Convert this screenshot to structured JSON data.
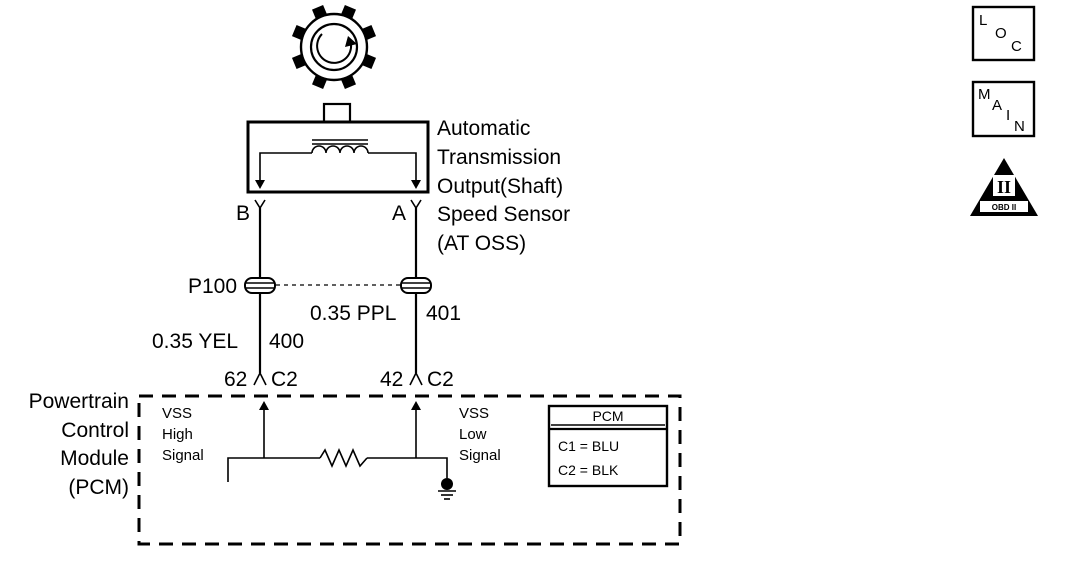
{
  "sensor": {
    "label_lines": [
      "Automatic",
      "Transmission",
      "Output(Shaft)",
      "Speed Sensor",
      "(AT OSS)"
    ],
    "pin_b": "B",
    "pin_a": "A"
  },
  "connector": {
    "name": "P100"
  },
  "wires": {
    "left_gauge_color": "0.35 YEL",
    "left_circuit": "400",
    "right_gauge_color": "0.35 PPL",
    "right_circuit": "401"
  },
  "pcm_pins": {
    "left_pin": "62",
    "left_connector": "C2",
    "right_pin": "42",
    "right_connector": "C2"
  },
  "module": {
    "label_lines": [
      "Powertrain",
      "Control",
      "Module",
      "(PCM)"
    ],
    "vss_high_lines": [
      "VSS",
      "High",
      "Signal"
    ],
    "vss_low_lines": [
      "VSS",
      "Low",
      "Signal"
    ]
  },
  "pcm_table": {
    "title": "PCM",
    "rows": [
      "C1 = BLU",
      "C2 = BLK"
    ]
  },
  "icons": {
    "loc_letters": [
      "L",
      "O",
      "C"
    ],
    "main_letters": [
      "M",
      "A",
      "I",
      "N"
    ],
    "obd_numeral": "II",
    "obd_text": "OBD II"
  }
}
